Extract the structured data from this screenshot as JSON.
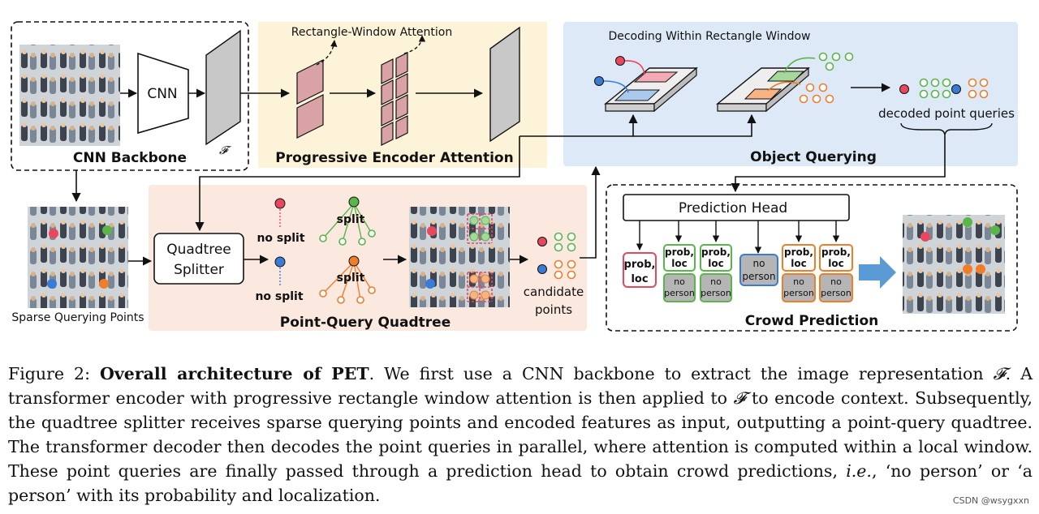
{
  "diagram": {
    "backbone": {
      "title": "CNN Backbone",
      "cnn_label": "CNN",
      "feature_symbol": "𝓕"
    },
    "encoder": {
      "title": "Progressive Encoder Attention",
      "annotation": "Rectangle-Window Attention"
    },
    "querying": {
      "title": "Object Querying",
      "annotation": "Decoding Within Rectangle Window",
      "decoded_label": "decoded point queries"
    },
    "sparse": {
      "label": "Sparse Querying Points"
    },
    "splitter": {
      "line1": "Quadtree",
      "line2": "Splitter"
    },
    "quadtree": {
      "title": "Point-Query Quadtree",
      "no_split_a": "no split",
      "no_split_b": "no split",
      "split_a": "split",
      "split_b": "split"
    },
    "candidates": {
      "line1": "candidate",
      "line2": "points"
    },
    "prediction": {
      "head": "Prediction Head",
      "title": "Crowd Prediction",
      "prob": "prob,",
      "loc": "loc",
      "no": "no",
      "person": "person"
    }
  },
  "caption": {
    "fig_label": "Figure 2:",
    "fig_title": "Overall architecture of PET",
    "s1": ". We first use a CNN backbone to extract the image representation ",
    "sym1": "𝓕",
    "s2": ". A transformer encoder with progressive rectangle window attention is then applied to ",
    "sym2": "𝓕",
    "s3": " to encode context.  Subsequently, the quadtree splitter receives sparse querying points and encoded features as input, outputting a point-query quadtree.  The transformer decoder then decodes the point queries in parallel, where attention is computed within a local window. These point queries are finally passed through a prediction head to obtain crowd predictions, ",
    "ie": "i.e.",
    "s4": ", ‘no person’ or ‘a person’ with its probability and localization."
  },
  "watermark": "CSDN @wsygxxn",
  "colors": {
    "encoder_bg": "#fdf3d8",
    "querying_bg": "#dde9f6",
    "quadtree_bg": "#fbe9e0",
    "red": "#e8485e",
    "green": "#5ab54a",
    "blue": "#3a7bd5",
    "orange": "#ef7d2a",
    "gray_box": "#b5b5b5"
  }
}
